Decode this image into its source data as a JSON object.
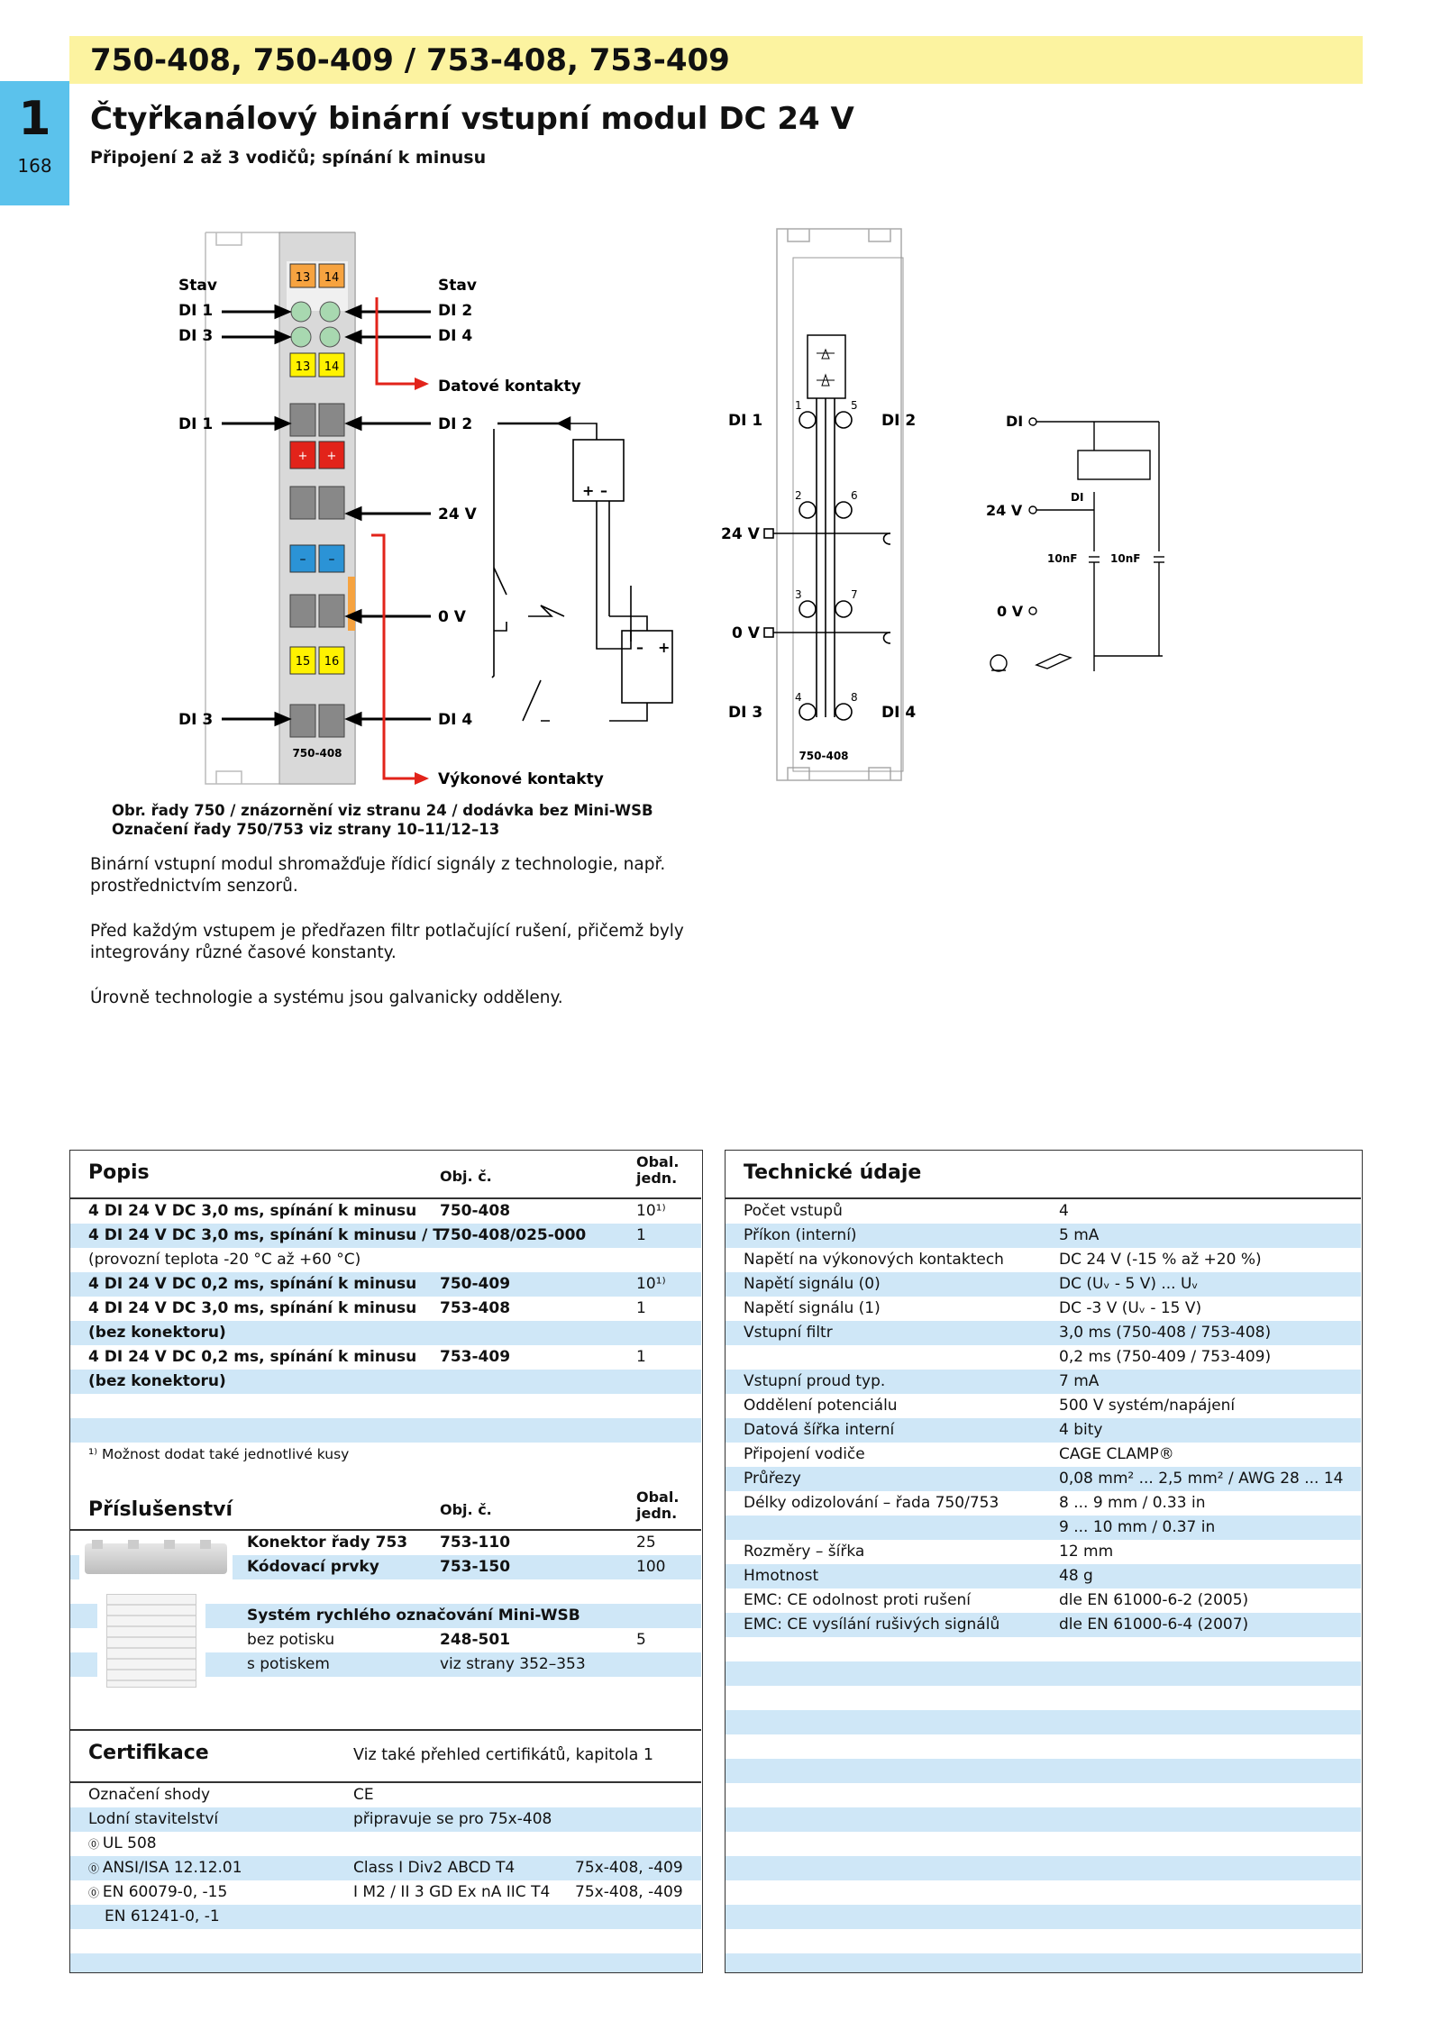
{
  "chapter_tab": {
    "number": "1",
    "page": "168"
  },
  "header": {
    "codes": "750-408, 750-409 / 753-408, 753-409",
    "title": "Čtyřkanálový binární vstupní modul DC 24 V",
    "subtitle": "Připojení 2 až 3 vodičů; spínání k minusu"
  },
  "diagram": {
    "stav_left": "Stav",
    "stav_right": "Stav",
    "left_labels": [
      "DI 1",
      "DI 3",
      "DI 1",
      "DI 3"
    ],
    "right_labels": [
      "DI 2",
      "DI 4",
      "DI 2",
      "24 V",
      "0 V",
      "DI 4"
    ],
    "datove": "Datové kontakty",
    "vykonove": "Výkonové kontakty",
    "module_label": "750-408",
    "led_numbers": [
      "13",
      "14",
      "13",
      "14",
      "15",
      "16"
    ],
    "schematic_labels": [
      "DI 1",
      "DI 2",
      "24 V",
      "0 V",
      "DI 3",
      "DI 4"
    ],
    "pin_numbers": [
      "1",
      "5",
      "2",
      "6",
      "3",
      "7",
      "4",
      "8"
    ],
    "circuit_labels": [
      "DI",
      "24 V",
      "DI",
      "10nF",
      "10nF",
      "0 V"
    ]
  },
  "caption": {
    "line1": "Obr. řady 750 / znázornění viz stranu 24 / dodávka bez Mini-WSB",
    "line2": "Označení řady 750/753 viz strany 10–11/12–13"
  },
  "paragraphs": [
    "Binární vstupní modul shromažďuje řídicí signály z technologie, např. prostřednictvím senzorů.",
    "Před každým vstupem je předřazen filtr potlačující rušení, přičemž byly integrovány různé časové konstanty.",
    "Úrovně technologie a systému jsou galvanicky odděleny."
  ],
  "popis": {
    "title": "Popis",
    "col_obj": "Obj. č.",
    "col_obal": "Obal. jedn.",
    "rows": [
      {
        "d": "4 DI 24 V DC 3,0 ms, spínání k minusu",
        "o": "750-408",
        "q": "10¹⁾",
        "bold": true
      },
      {
        "d": "4 DI 24 V DC 3,0 ms, spínání k minusu / T",
        "o": "750-408/025-000",
        "q": "1",
        "bold": true
      },
      {
        "d": "(provozní teplota -20 °C až +60 °C)",
        "o": "",
        "q": "",
        "bold": false
      },
      {
        "d": "4 DI 24 V DC 0,2 ms, spínání k minusu",
        "o": "750-409",
        "q": "10¹⁾",
        "bold": true
      },
      {
        "d": "4 DI 24 V DC 3,0 ms, spínání k minusu",
        "o": "753-408",
        "q": "1",
        "bold": true
      },
      {
        "d": "(bez konektoru)",
        "o": "",
        "q": "",
        "bold": true
      },
      {
        "d": "4 DI 24 V DC 0,2 ms, spínání k minusu",
        "o": "753-409",
        "q": "1",
        "bold": true
      },
      {
        "d": "(bez konektoru)",
        "o": "",
        "q": "",
        "bold": true
      }
    ],
    "footnote": "¹⁾ Možnost dodat také jednotlivé kusy"
  },
  "prislusenstvi": {
    "title": "Příslušenství",
    "col_obj": "Obj. č.",
    "col_obal": "Obal. jedn.",
    "rows": [
      {
        "d": "Konektor řady 753",
        "o": "753-110",
        "q": "25",
        "bold": true
      },
      {
        "d": "Kódovací prvky",
        "o": "753-150",
        "q": "100",
        "bold": true
      },
      {
        "d": "",
        "o": "",
        "q": "",
        "bold": false
      },
      {
        "d": "Systém rychlého označování Mini-WSB",
        "o": "",
        "q": "",
        "bold": true
      },
      {
        "d": "bez potisku",
        "o": "248-501",
        "q": "5",
        "bold": false
      },
      {
        "d": "s potiskem",
        "o": "viz strany 352–353",
        "q": "",
        "bold": false
      }
    ]
  },
  "certifikace": {
    "title": "Certifikace",
    "note": "Viz také přehled certifikátů, kapitola 1",
    "rows": [
      {
        "a": "Označení shody",
        "b": "CE",
        "c": ""
      },
      {
        "a": "Lodní stavitelství",
        "b": "připravuje se pro 75x-408",
        "c": ""
      },
      {
        "a": "UL 508",
        "b": "",
        "c": ""
      },
      {
        "a": "ANSI/ISA 12.12.01",
        "b": "Class I Div2 ABCD T4",
        "c": "75x-408, -409"
      },
      {
        "a": "EN 60079-0, -15",
        "b": "I M2 / II 3 GD Ex nA IIC T4",
        "c": "75x-408, -409"
      },
      {
        "a": "EN 61241-0, -1",
        "b": "",
        "c": ""
      }
    ]
  },
  "technicke": {
    "title": "Technické údaje",
    "rows": [
      {
        "k": "Počet vstupů",
        "v": "4"
      },
      {
        "k": "Příkon (interní)",
        "v": "5 mA"
      },
      {
        "k": "Napětí na výkonových kontaktech",
        "v": "DC 24 V (-15 % až +20 %)"
      },
      {
        "k": "Napětí signálu (0)",
        "v": "DC (Uᵥ - 5 V) ... Uᵥ"
      },
      {
        "k": "Napětí signálu (1)",
        "v": "DC -3 V (Uᵥ - 15 V)"
      },
      {
        "k": "Vstupní filtr",
        "v": "3,0 ms (750-408 / 753-408)"
      },
      {
        "k": "",
        "v": "0,2 ms (750-409 / 753-409)"
      },
      {
        "k": "Vstupní proud typ.",
        "v": "7 mA"
      },
      {
        "k": "Oddělení potenciálu",
        "v": "500 V systém/napájení"
      },
      {
        "k": "Datová šířka interní",
        "v": "4 bity"
      },
      {
        "k": "Připojení vodiče",
        "v": "CAGE CLAMP®"
      },
      {
        "k": "Průřezy",
        "v": "0,08 mm² ... 2,5 mm² / AWG 28 ... 14"
      },
      {
        "k": "Délky odizolování – řada 750/753",
        "v": "8 ... 9 mm / 0.33 in"
      },
      {
        "k": "",
        "v": "9 ... 10 mm / 0.37 in"
      },
      {
        "k": "Rozměry – šířka",
        "v": "12 mm"
      },
      {
        "k": "Hmotnost",
        "v": "48 g"
      },
      {
        "k": "EMC: CE odolnost proti rušení",
        "v": "dle EN 61000-6-2 (2005)"
      },
      {
        "k": "EMC: CE vysílání rušivých signálů",
        "v": "dle EN 61000-6-4 (2007)"
      }
    ]
  }
}
